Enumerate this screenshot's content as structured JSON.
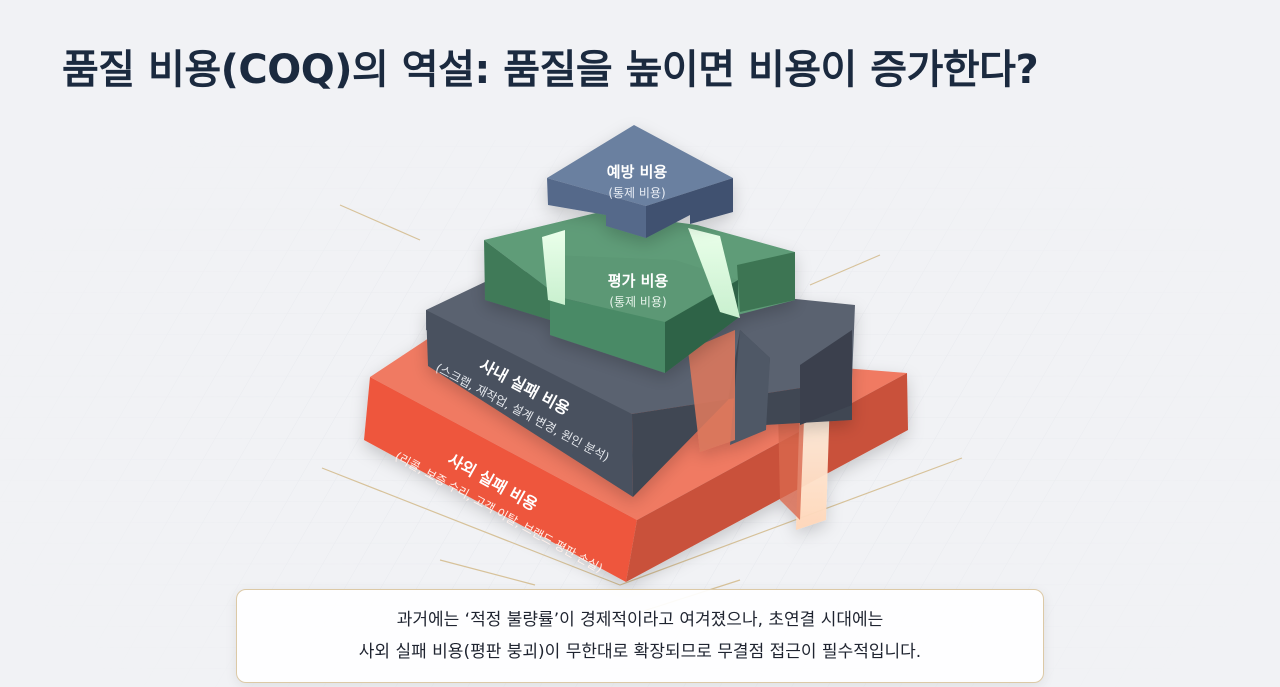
{
  "title": "품질 비용(COQ)의 역설: 품질을 높이면 비용이 증가한다?",
  "layers": {
    "prevention": {
      "label": "예방 비용",
      "sub": "(통제 비용)",
      "color": "#5a7091"
    },
    "appraisal": {
      "label": "평가 비용",
      "sub": "(통제 비용)",
      "color": "#4a8a66"
    },
    "internal_failure": {
      "label": "사내 실패 비용",
      "sub": "(스크랩, 재작업, 설계 변경, 원인 분석)",
      "color": "#484f5d"
    },
    "external_failure": {
      "label": "사외 실패 비용",
      "sub": "(리콜, 보증 수리, 고객 이탈, 브랜드 평판 손실)",
      "color": "#ef5d42"
    }
  },
  "caption": {
    "line1": "과거에는 ‘적정 불량률’이 경제적이라고 여겨졌으나, 초연결 시대에는",
    "line2": "사외 실패 비용(평판 붕괴)이 무한대로 확장되므로 무결점 접근이 필수적입니다."
  }
}
